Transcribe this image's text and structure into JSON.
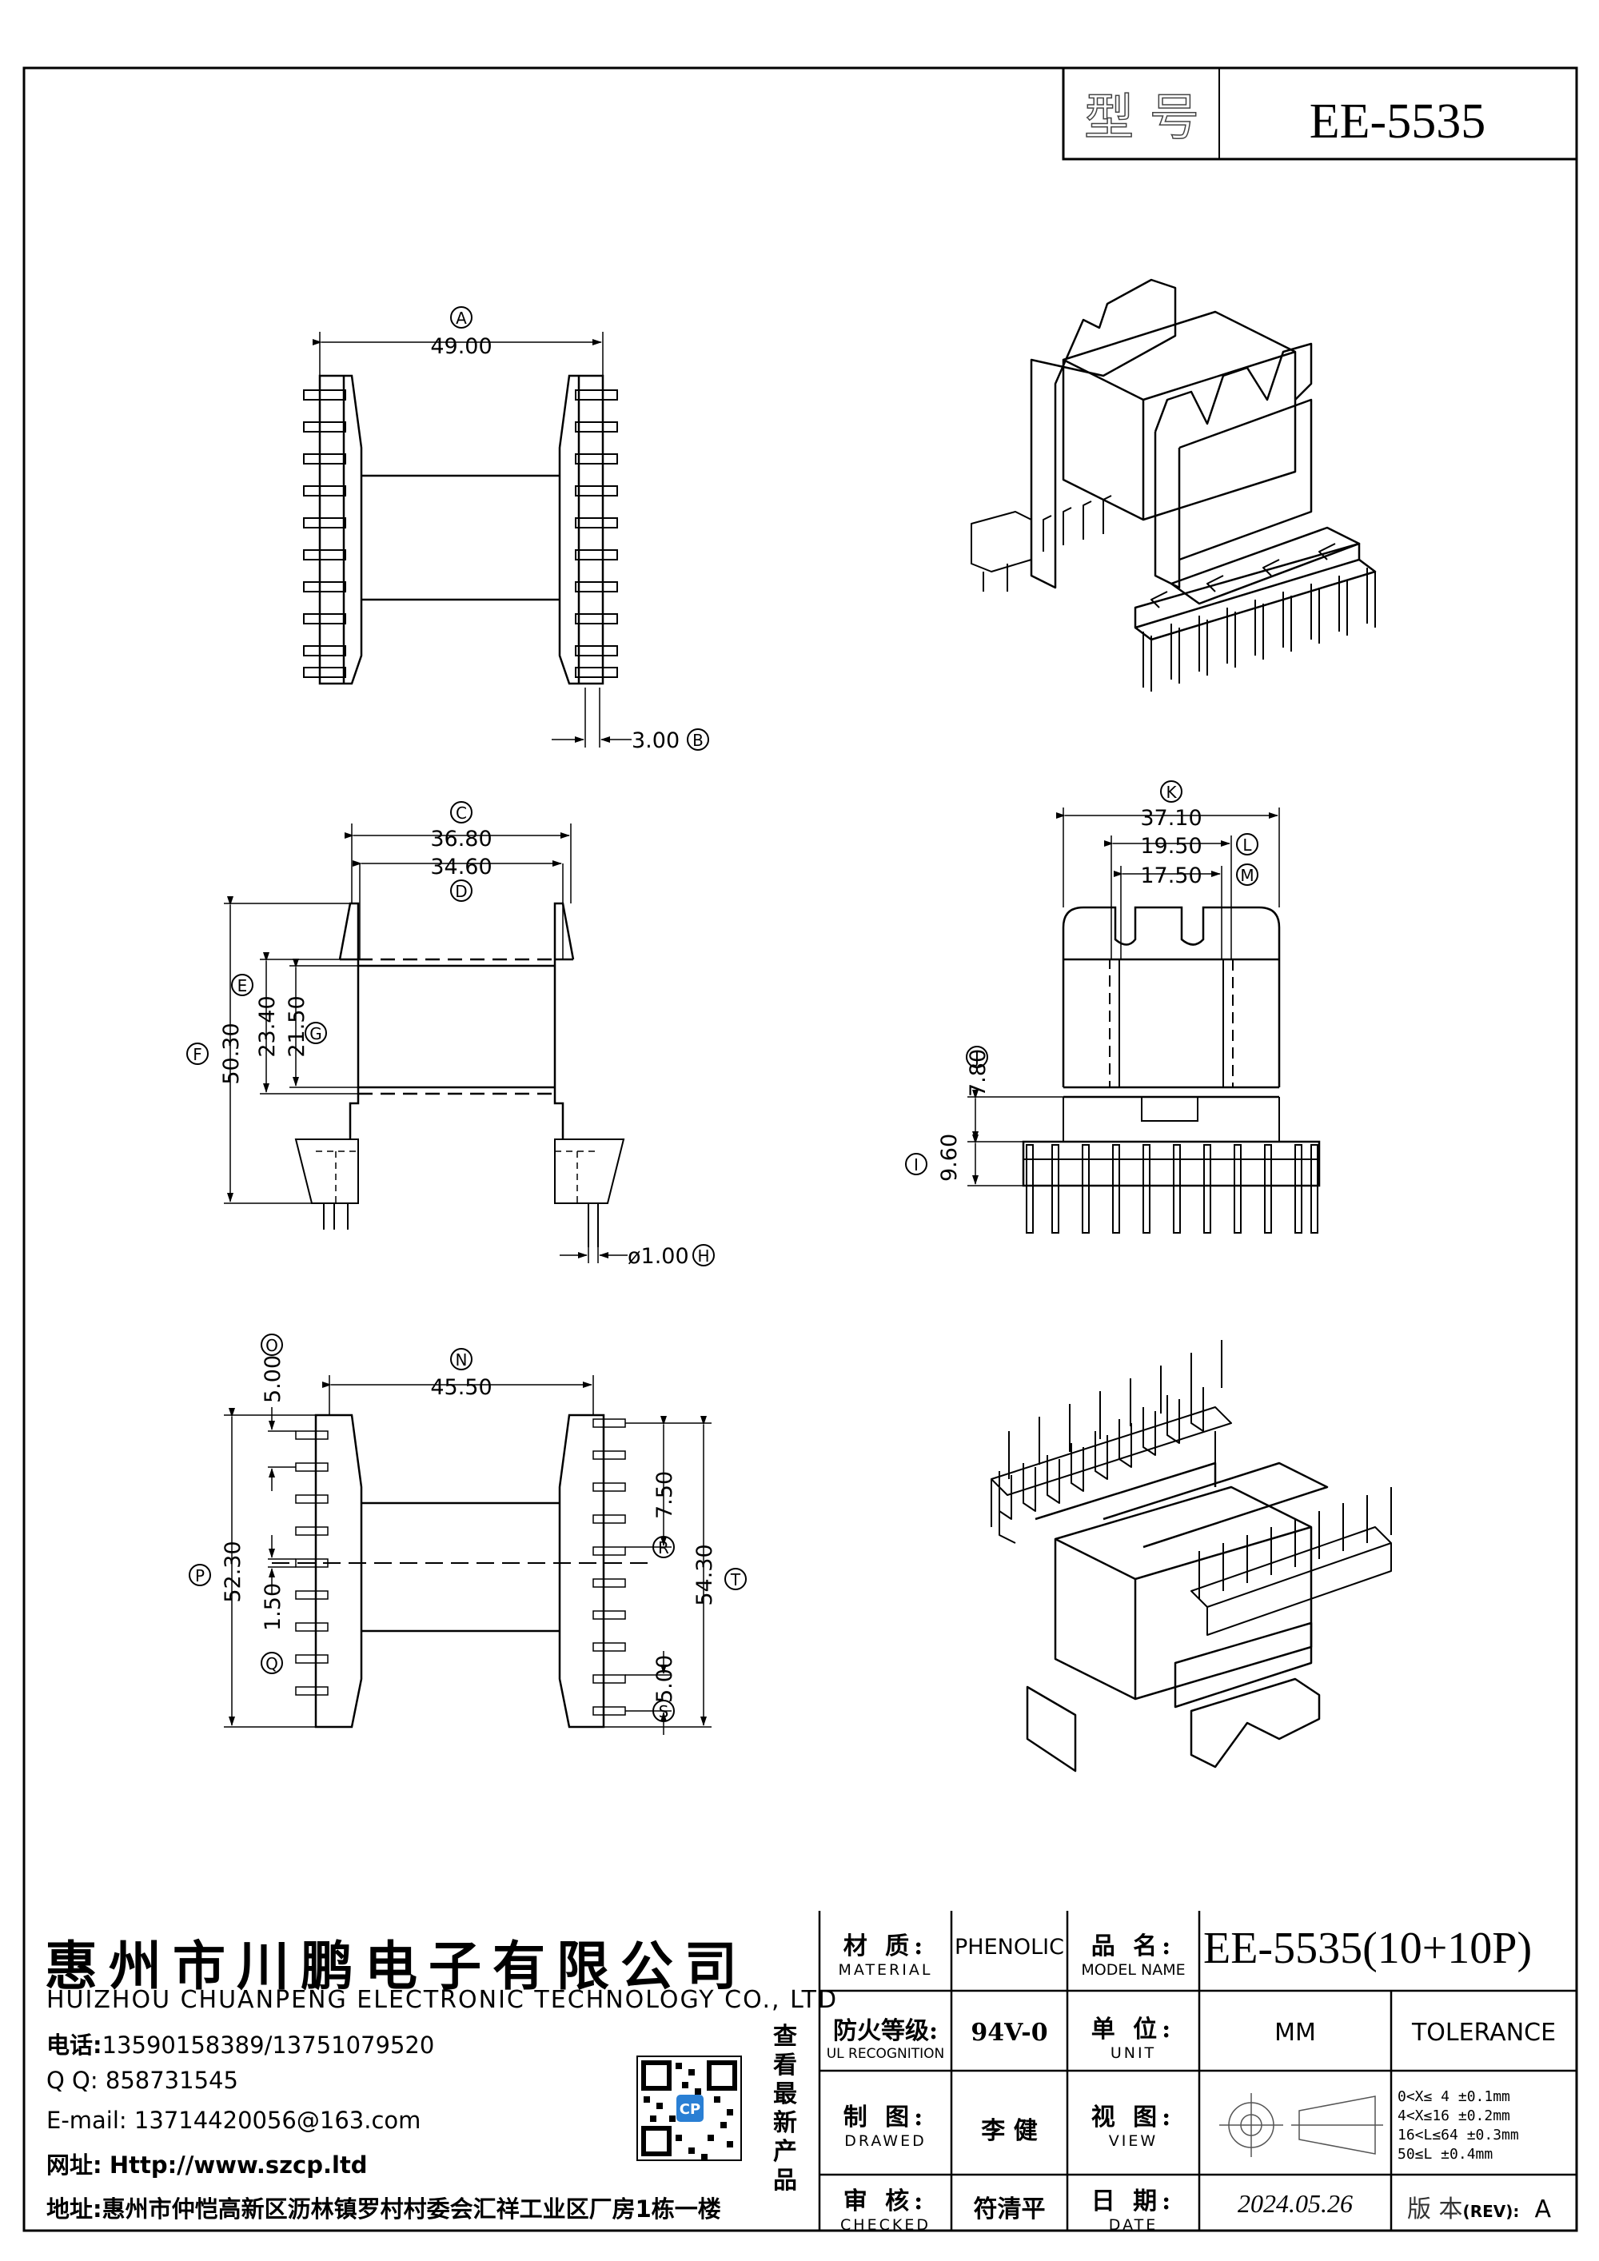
{
  "header": {
    "model_label": "型 号",
    "model_value": "EE-5535"
  },
  "dimensions": {
    "A": {
      "letter": "A",
      "value": "49.00"
    },
    "B": {
      "letter": "B",
      "value": "3.00"
    },
    "C": {
      "letter": "C",
      "value": "36.80"
    },
    "D": {
      "letter": "D",
      "value": "34.60"
    },
    "E": {
      "letter": "E",
      "value": "23.40"
    },
    "F": {
      "letter": "F",
      "value": "50.30"
    },
    "G": {
      "letter": "G",
      "value": "21.50"
    },
    "H": {
      "letter": "H",
      "value": "ø1.00"
    },
    "I": {
      "letter": "I",
      "value": "9.60"
    },
    "J": {
      "letter": "J",
      "value": "7.80"
    },
    "K": {
      "letter": "K",
      "value": "37.10"
    },
    "L": {
      "letter": "L",
      "value": "19.50"
    },
    "M": {
      "letter": "M",
      "value": "17.50"
    },
    "N": {
      "letter": "N",
      "value": "45.50"
    },
    "O": {
      "letter": "O",
      "value": "5.00"
    },
    "P": {
      "letter": "P",
      "value": "52.30"
    },
    "Q": {
      "letter": "Q",
      "value": "1.50"
    },
    "R": {
      "letter": "R",
      "value": "7.50"
    },
    "S": {
      "letter": "S",
      "value": "5.00"
    },
    "T": {
      "letter": "T",
      "value": "54.30"
    }
  },
  "company": {
    "name_cn": "惠州市川鹏电子有限公司",
    "name_en": "HUIZHOU CHUANPENG ELECTRONIC TECHNOLOGY CO., LTD",
    "phone_label": "电话:",
    "phone_value": "13590158389/13751079520",
    "qq_label": "Q Q:",
    "qq_value": "858731545",
    "email_label": "E-mail:",
    "email_value": "13714420056@163.com",
    "web_label": "网址:",
    "web_value": "Http://www.szcp.ltd",
    "address_label": "地址:",
    "address_value": "惠州市仲恺高新区沥林镇罗村村委会汇祥工业区厂房1栋一楼",
    "qr_caption": "查看最新产品",
    "qr_logo": "CP"
  },
  "title_block": {
    "material_cn": "材 质:",
    "material_en": "MATERIAL",
    "material_value": "PHENOLIC",
    "model_name_cn": "品 名:",
    "model_name_en": "MODEL NAME",
    "model_name_value": "EE-5535(10+10P)",
    "ul_cn": "防火等级:",
    "ul_en": "UL RECOGNITION",
    "ul_value": "94V-0",
    "unit_cn": "单 位:",
    "unit_en": "UNIT",
    "unit_value": "MM",
    "tolerance_label": "TOLERANCE",
    "drawn_cn": "制 图:",
    "drawn_en": "DRAWED",
    "drawn_value": "李 健",
    "view_cn": "视 图:",
    "view_en": "VIEW",
    "tol_1": "0<X≤ 4    ±0.1mm",
    "tol_2": "4<X≤16    ±0.2mm",
    "tol_3": "16<L≤64   ±0.3mm",
    "tol_4": "50≤L      ±0.4mm",
    "checked_cn": "审 核:",
    "checked_en": "CHECKED",
    "checked_value": "符清平",
    "date_cn": "日 期:",
    "date_en": "DATE",
    "date_value": "2024.05.26",
    "rev_cn": "版 本",
    "rev_en": "(REV):",
    "rev_value": "A"
  }
}
